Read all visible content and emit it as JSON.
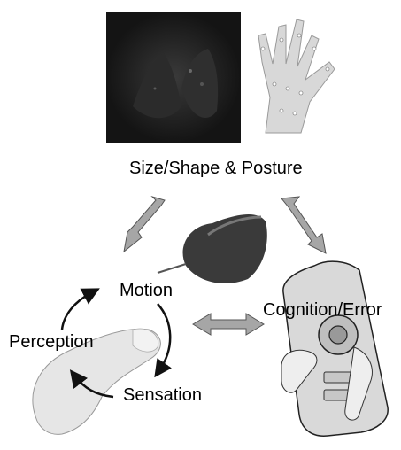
{
  "labels": {
    "size_shape_posture": "Size/Shape & Posture",
    "motion": "Motion",
    "cognition_error": "Cognition/Error",
    "perception": "Perception",
    "sensation": "Sensation"
  },
  "colors": {
    "arrow_fill": "#a6a6a6",
    "arrow_stroke": "#555555",
    "cycle_arrow": "#111111",
    "photo_dark": "#141414",
    "skin": "#e6e6e6",
    "device_body": "#d9d9d9"
  },
  "icons": [
    "dark-hand-photo",
    "marker-hand-photo",
    "mouse-hand-photo",
    "finger-photo",
    "remote-control-hand-photo"
  ]
}
